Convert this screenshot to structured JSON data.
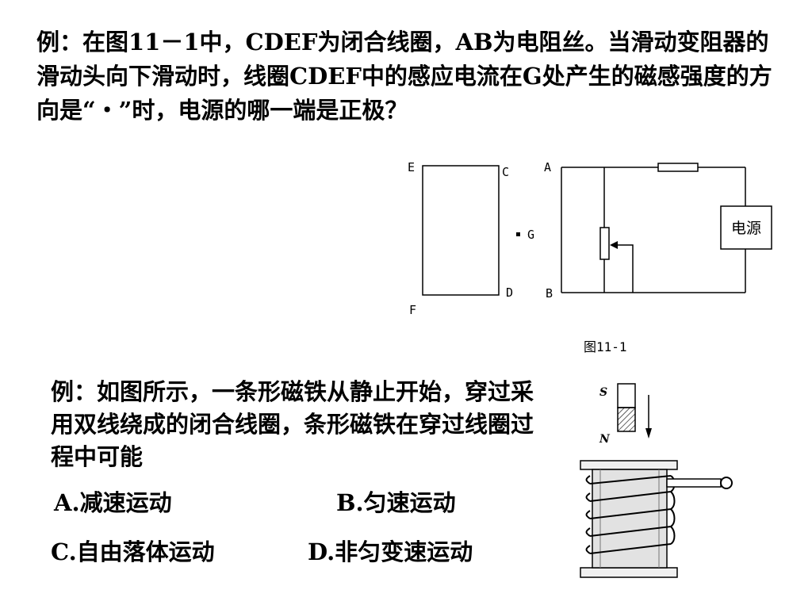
{
  "question1": {
    "text": "例：在图11－1中，CDEF为闭合线圈，AB为电阻丝。当滑动变阻器的滑动头向下滑动时，线圈CDEF中的感应电流在G处产生的磁感强度的方向是“・”时，电源的哪一端是正极？"
  },
  "figure1": {
    "caption": "图11-1",
    "coil_labels": {
      "e": "E",
      "c": "C",
      "d": "D",
      "f": "F"
    },
    "point_label": "G",
    "circuit_labels": {
      "a": "A",
      "b": "B"
    },
    "power_source_label": "电源"
  },
  "question2": {
    "text": "例：如图所示，一条形磁铁从静止开始，穿过采用双线绕成的闭合线圈，条形磁铁在穿过线圈过程中可能",
    "options": {
      "a": "A.减速运动",
      "b": "B.匀速运动",
      "c": "C.自由落体运动",
      "d": "D.非匀变速运动"
    }
  },
  "figure2": {
    "magnet_south_label": "S",
    "magnet_north_label": "N"
  }
}
